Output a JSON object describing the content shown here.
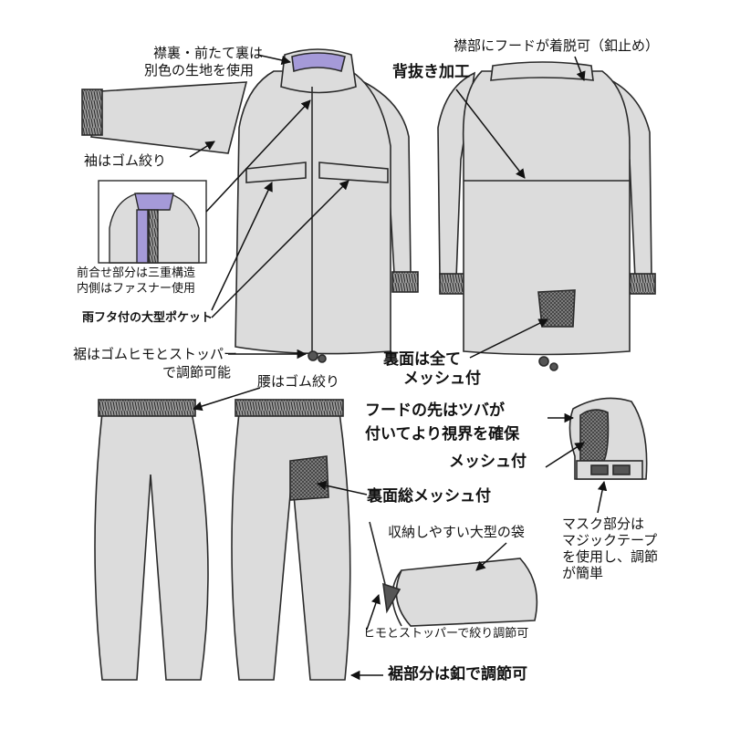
{
  "colors": {
    "garment": "#dcdcdc",
    "outline": "#2a2a2a",
    "lining": "#a59ad8",
    "mesh": "#6c6c6c",
    "background": "#ffffff"
  },
  "labels": {
    "collar_lining_1": "襟裏・前たて裏は",
    "collar_lining_2": "別色の生地を使用",
    "hood_detach": "襟部にフードが着脱可（釦止め）",
    "back_vent": "背抜き加工",
    "cuff_elastic": "袖はゴム絞り",
    "front_closure_1": "前合せ部分は三重構造",
    "front_closure_2": "内側はファスナー使用",
    "pocket": "雨フタ付の大型ポケット",
    "hem_cord_1": "裾はゴムヒモとストッパー",
    "hem_cord_2": "で調節可能",
    "inner_mesh_1": "裏面は全て",
    "inner_mesh_2": "メッシュ付",
    "waist_elastic": "腰はゴム絞り",
    "hood_visor_1": "フードの先はツバが",
    "hood_visor_2": "付いてより視界を確保",
    "hood_mesh": "メッシュ付",
    "pants_mesh": "裏面総メッシュ付",
    "mask_1": "マスク部分は",
    "mask_2": "マジックテープ",
    "mask_3": "を使用し、調節",
    "mask_4": "が簡単",
    "bag": "収納しやすい大型の袋",
    "bag_cord": "ヒモとストッパーで絞り調節可",
    "pants_hem": "裾部分は釦で調節可"
  }
}
